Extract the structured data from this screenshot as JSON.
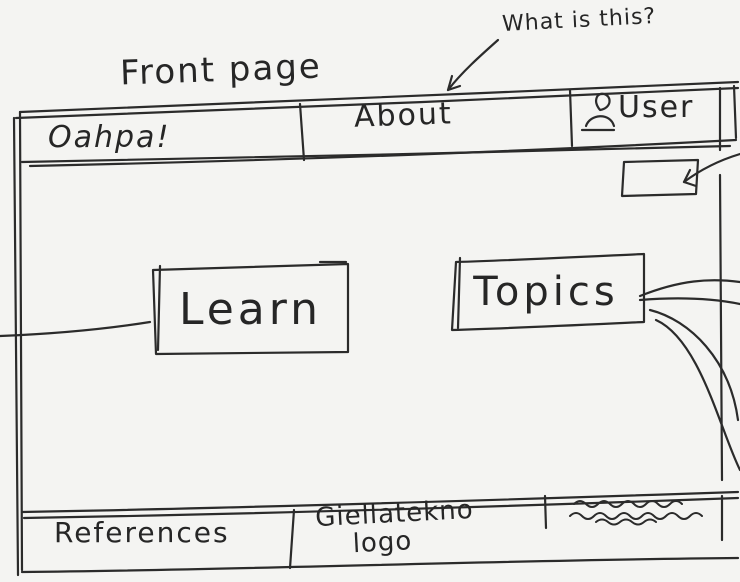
{
  "annotation": {
    "what_is_this": "What is this?"
  },
  "sketch": {
    "title": "Front page"
  },
  "header": {
    "brand": "Oahpa!",
    "about": "About",
    "user": "User",
    "user_icon": "user-icon"
  },
  "main": {
    "learn": "Learn",
    "topics": "Topics"
  },
  "footer": {
    "references": "References",
    "logo_line1": "Giellatekno",
    "logo_line2": "logo"
  },
  "colors": {
    "ink": "#262626",
    "paper": "#f4f4f2"
  }
}
